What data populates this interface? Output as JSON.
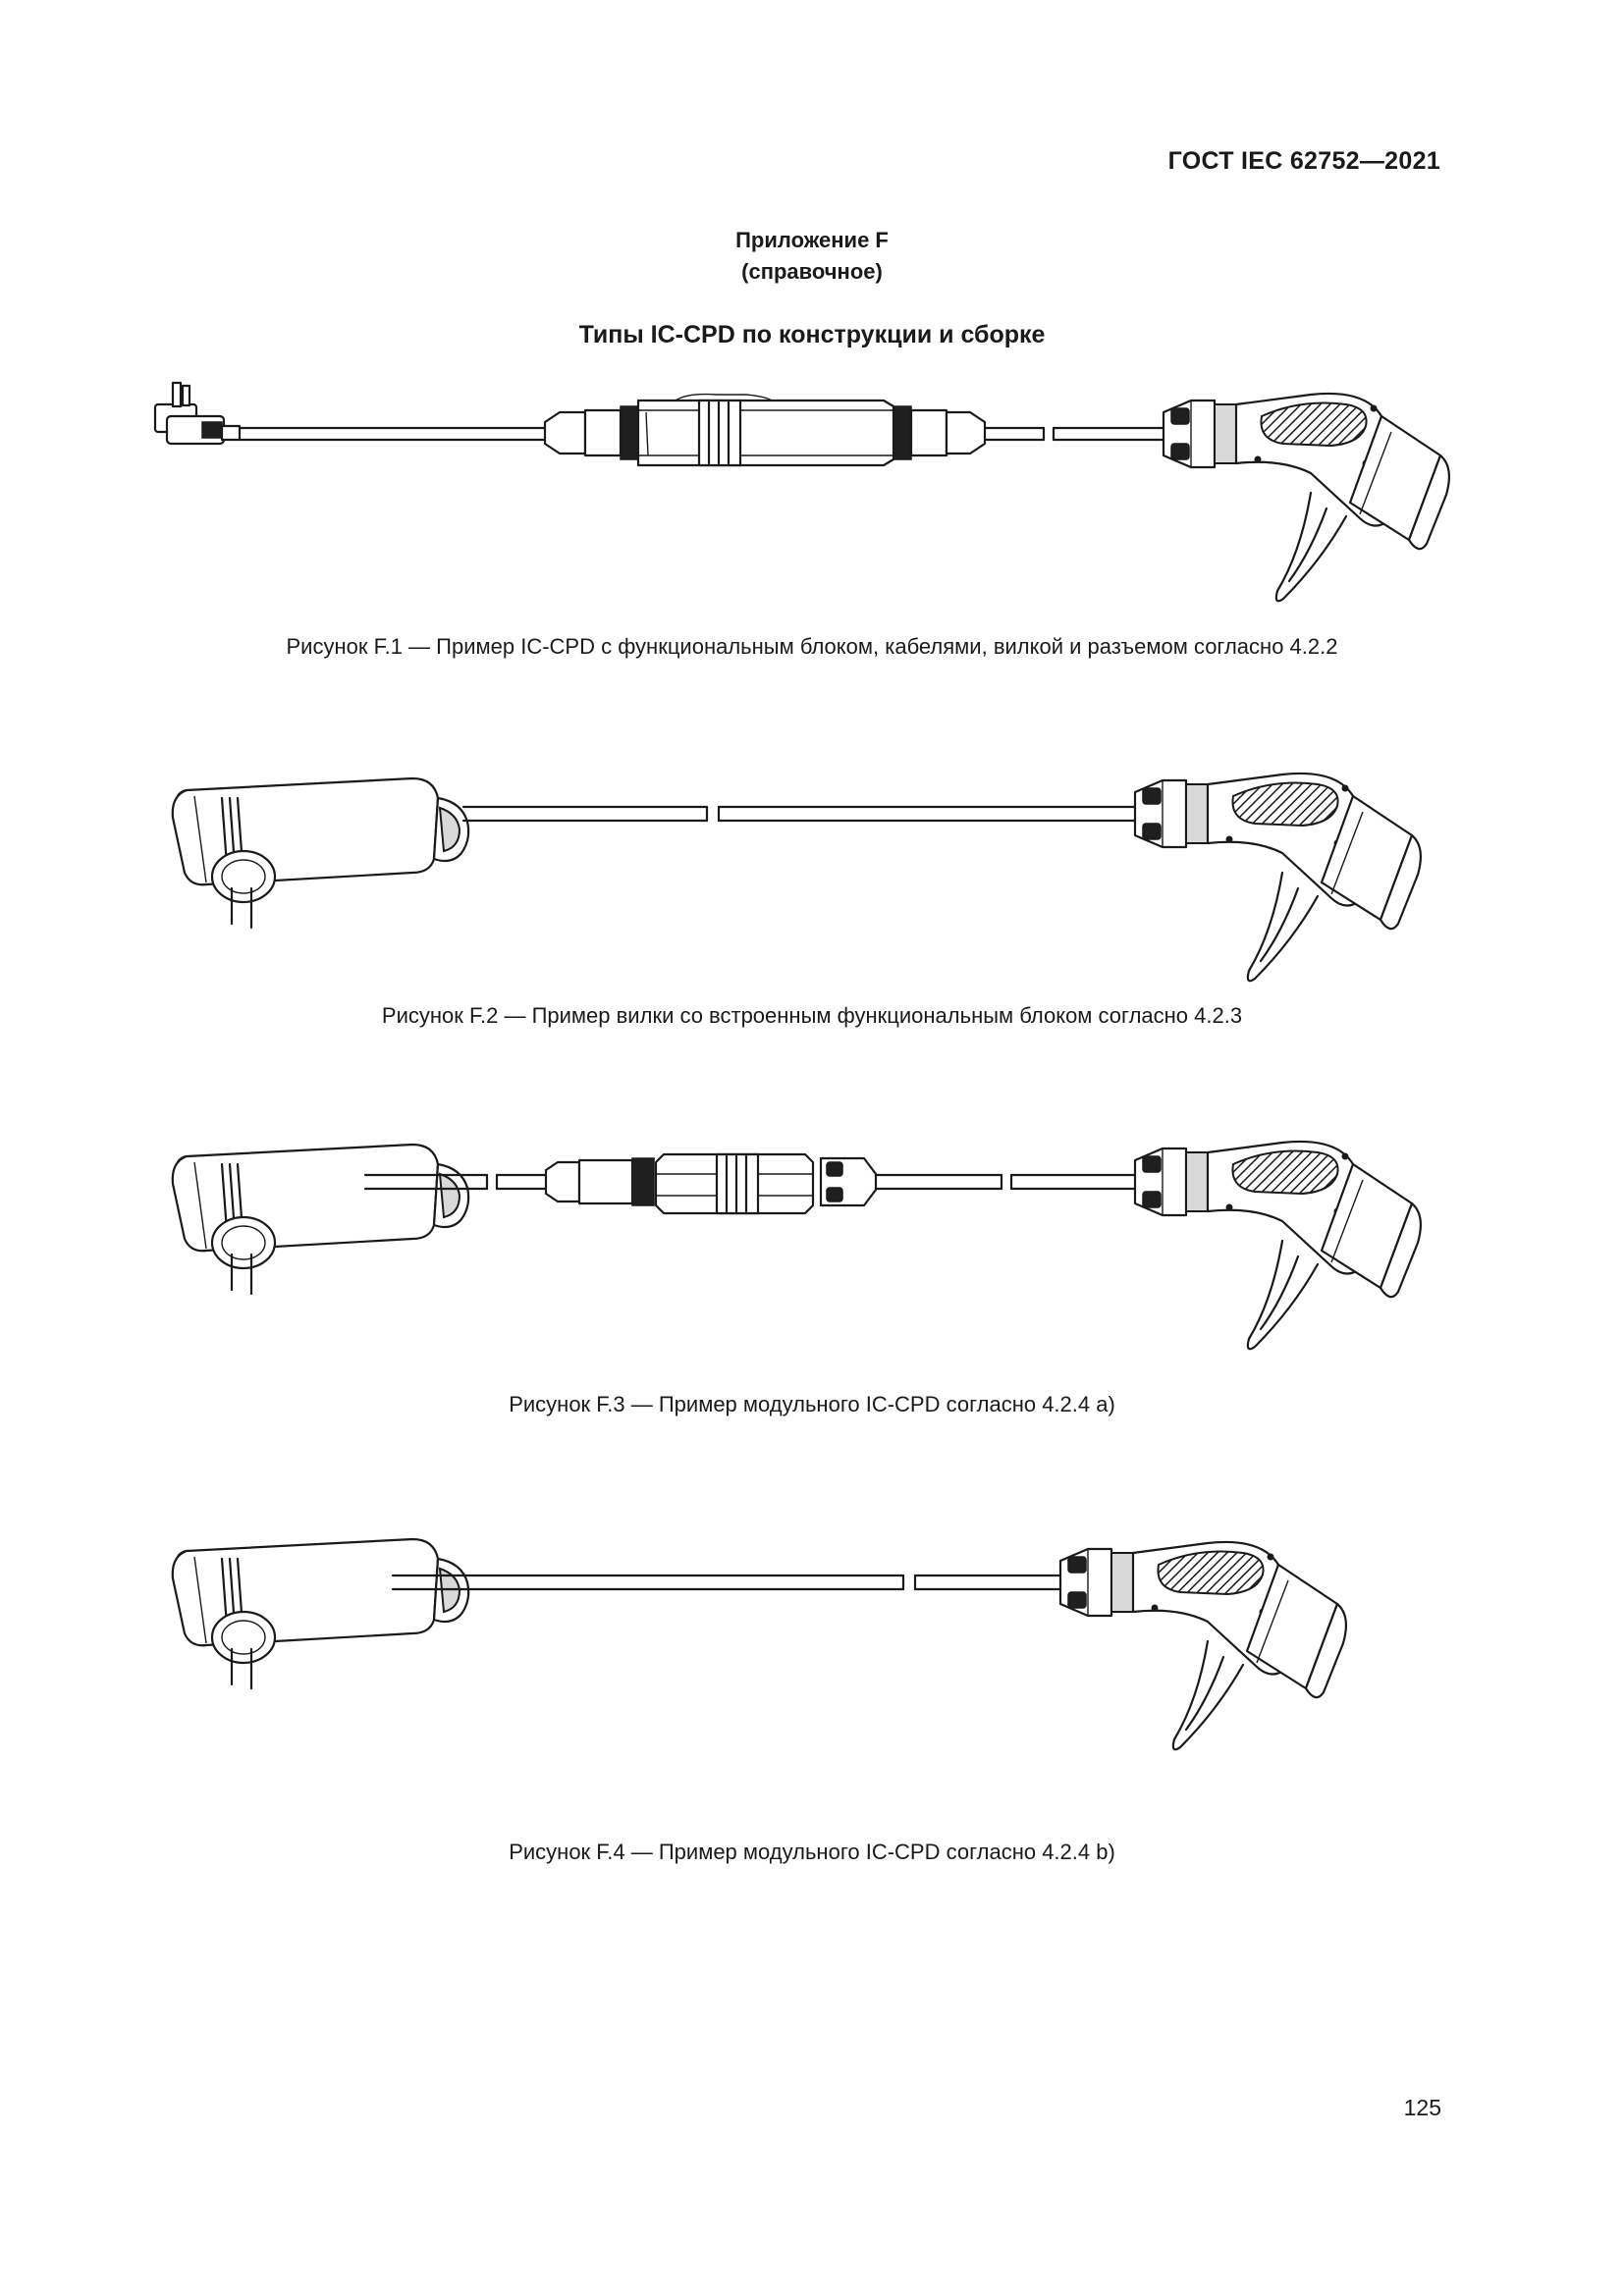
{
  "header": {
    "standard": "ГОСТ IEC 62752—2021"
  },
  "annex": {
    "title": "Приложение F",
    "subtitle": "(справочное)"
  },
  "section": {
    "title": "Типы IC-CPD по конструкции и сборке"
  },
  "figures": [
    {
      "caption": "Рисунок F.1 — Пример IC-CPD с функциональным блоком, кабелями, вилкой и разъемом согласно 4.2.2"
    },
    {
      "caption": "Рисунок F.2 — Пример вилки со встроенным функциональным блоком согласно 4.2.3"
    },
    {
      "caption": "Рисунок F.3 — Пример модульного IC-CPD согласно 4.2.4 a)"
    },
    {
      "caption": "Рисунок F.4 — Пример модульного IC-CPD согласно 4.2.4 b)"
    }
  ],
  "footer": {
    "page_number": "125"
  }
}
